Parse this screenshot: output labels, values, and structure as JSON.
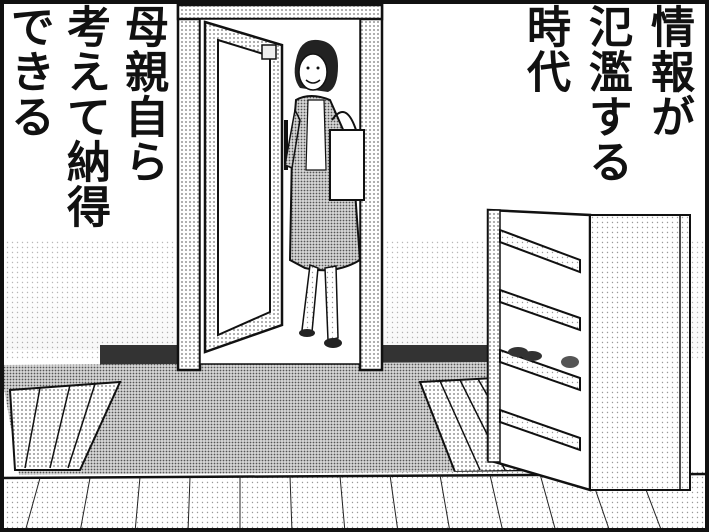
{
  "caption": {
    "lines": [
      "情報が",
      "氾濫する",
      "時代",
      "母親自ら",
      "考えて納得",
      "できる"
    ]
  },
  "colors": {
    "ink": "#111111",
    "paper": "#ffffff",
    "screentone": "#b8b8b8"
  },
  "scene": {
    "figure": "woman-entering-doorway",
    "icons": [
      "door-icon",
      "shoe-rack-icon",
      "shoes-icon",
      "handbag-icon"
    ]
  }
}
